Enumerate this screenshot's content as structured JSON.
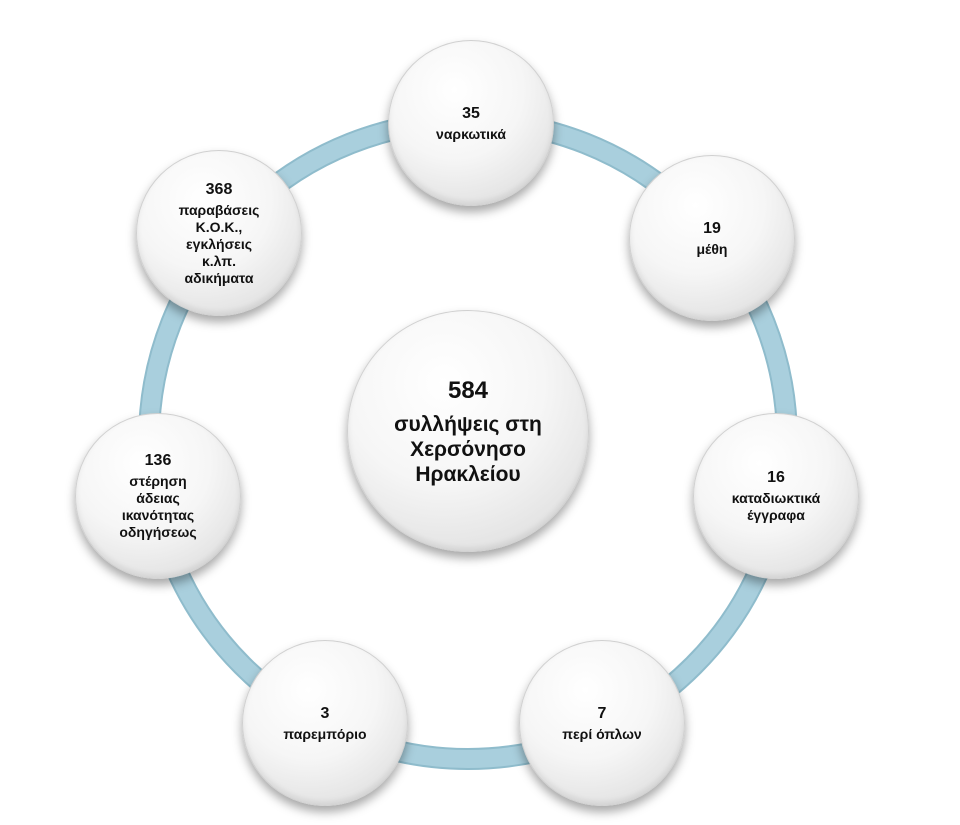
{
  "center": {
    "value": "584",
    "label": "συλλήψεις στη Χερσόνησο Ηρακλείου"
  },
  "nodes": [
    {
      "value": "35",
      "label": "ναρκωτικά"
    },
    {
      "value": "19",
      "label": "μέθη"
    },
    {
      "value": "16",
      "label": "καταδιωκτικά\nέγγραφα"
    },
    {
      "value": "7",
      "label": "περί όπλων"
    },
    {
      "value": "3",
      "label": "παρεμπόριο"
    },
    {
      "value": "136",
      "label": "στέρηση\nάδειας\nικανότητας\nοδηγήσεως"
    },
    {
      "value": "368",
      "label": "παραβάσεις\nΚ.Ο.Κ.,\nεγκλήσεις\nκ.λπ.\nαδικήματα"
    }
  ],
  "colors": {
    "ring": "#a9cfdd",
    "ring_edge": "#8fbccc"
  }
}
